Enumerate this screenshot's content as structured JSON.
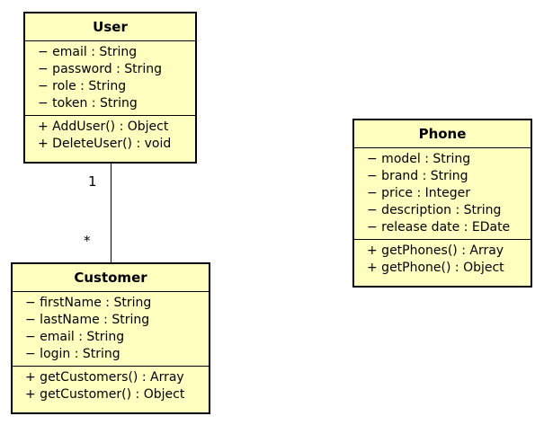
{
  "diagram": {
    "classes": {
      "user": {
        "name": "User",
        "attributes": [
          "− email : String",
          "− password : String",
          "− role : String",
          "− token : String"
        ],
        "operations": [
          "+ AddUser() : Object",
          "+ DeleteUser() : void"
        ]
      },
      "phone": {
        "name": "Phone",
        "attributes": [
          "− model : String",
          "− brand : String",
          "− price : Integer",
          "− description : String",
          "− release date : EDate"
        ],
        "operations": [
          "+ getPhones() : Array",
          "+ getPhone() : Object"
        ]
      },
      "customer": {
        "name": "Customer",
        "attributes": [
          "− firstName : String",
          "− lastName : String",
          "− email : String",
          "− login : String"
        ],
        "operations": [
          "+ getCustomers() : Array",
          "+ getCustomer() : Object"
        ]
      }
    },
    "association": {
      "user_multiplicity": "1",
      "customer_multiplicity": "*"
    },
    "colors": {
      "class_fill": "#ffffc0",
      "border": "#000000"
    }
  }
}
